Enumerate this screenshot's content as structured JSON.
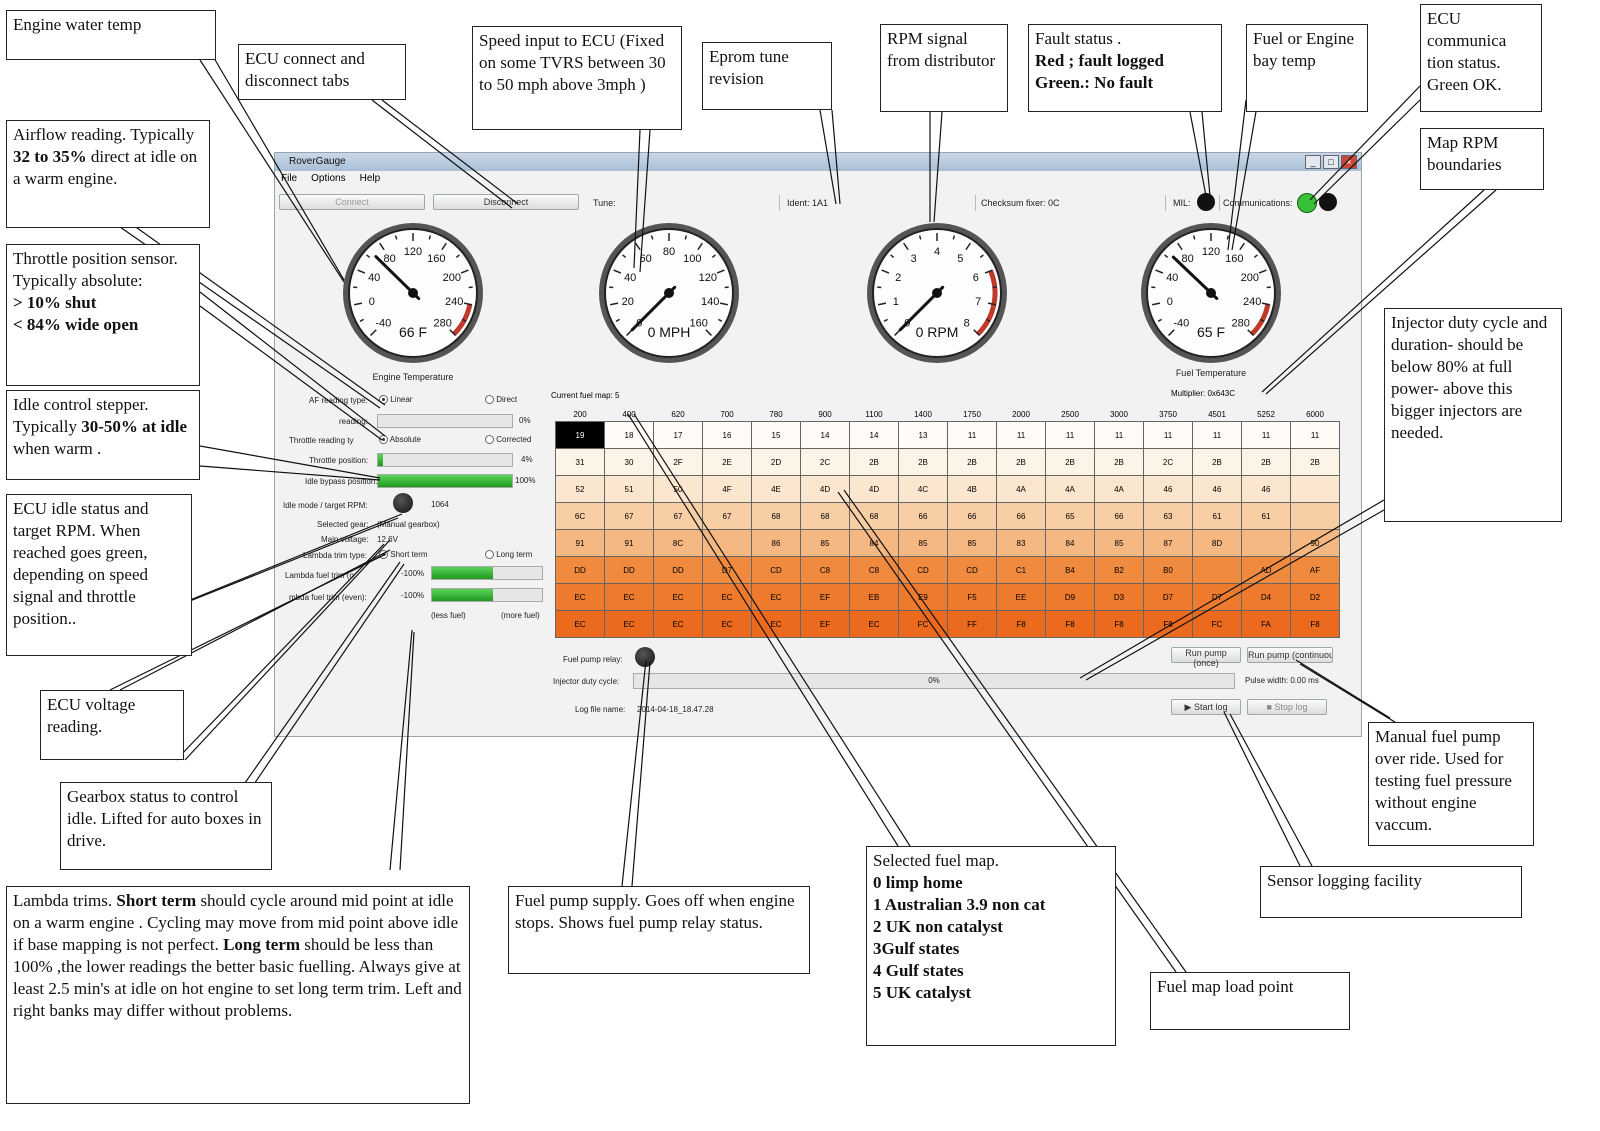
{
  "window": {
    "title": "RoverGauge"
  },
  "menu": {
    "items": [
      "File",
      "Options",
      "Help"
    ]
  },
  "toolbar": {
    "connect": "Connect",
    "disconnect": "Disconnect",
    "tune": "Tune:",
    "ident": "Ident: 1A1",
    "checksum": "Checksum fixer: 0C",
    "mil": "MIL:",
    "communications": "Communications:"
  },
  "gauges": [
    {
      "caption": "Engine Temperature",
      "value_text": "66 F",
      "ticks": [
        "-40",
        "0",
        "40",
        "80",
        "120",
        "160",
        "200",
        "240",
        "280"
      ],
      "min": -40,
      "max": 280,
      "value": 66,
      "red_from": 240
    },
    {
      "caption": "",
      "value_text": "0 MPH",
      "ticks": [
        "0",
        "20",
        "40",
        "60",
        "80",
        "100",
        "120",
        "140",
        "160"
      ],
      "min": 0,
      "max": 160,
      "value": 0,
      "red_from": null
    },
    {
      "caption": "",
      "value_text": "0 RPM",
      "ticks": [
        "0",
        "1",
        "2",
        "3",
        "4",
        "5",
        "6",
        "7",
        "8"
      ],
      "min": 0,
      "max": 8,
      "value": 0,
      "red_from": 6
    },
    {
      "caption": "Fuel Temperature",
      "value_text": "65 F",
      "ticks": [
        "-40",
        "0",
        "40",
        "80",
        "120",
        "160",
        "200",
        "240",
        "280"
      ],
      "min": -40,
      "max": 280,
      "value": 65,
      "red_from": 240
    }
  ],
  "left": {
    "maf_type": "AF reading type:",
    "linear": "Linear",
    "direct": "Direct",
    "maf_reading": "reading:",
    "maf_value": "0%",
    "maf_pct": 0,
    "throttle_type": "Throttle reading ty",
    "absolute": "Absolute",
    "corrected": "Corrected",
    "throttle_pos": "Throttle position:",
    "throttle_value": "4%",
    "throttle_pct": 4,
    "idle_bypass": "Idle bypass position:",
    "idle_bypass_value": "100%",
    "idle_bypass_pct": 100,
    "idle_mode": "Idle mode / target RPM:",
    "idle_target": "1064",
    "gear_label": "Selected gear:",
    "gear_value": "(Manual gearbox)",
    "voltage_label": "Main voltage:",
    "voltage_value": "12.6V",
    "lambda_type": "Lambda trim type:",
    "short_term": "Short term",
    "long_term": "Long term",
    "lambda1_label": "Lambda fuel trim (o",
    "lambda1_value": "-100%",
    "lambda1_pct": 55,
    "lambda2_label": "mbda fuel trim (even):",
    "lambda2_value": "-100%",
    "lambda2_pct": 55,
    "less_fuel": "(less fuel)",
    "more_fuel": "(more fuel)"
  },
  "fuel_map": {
    "label": "Current fuel map: 5",
    "multiplier": "Multiplier: 0x643C",
    "columns": [
      "200",
      "400",
      "620",
      "700",
      "780",
      "900",
      "1100",
      "1400",
      "1750",
      "2000",
      "2500",
      "3000",
      "3750",
      "4501",
      "5252",
      "6000"
    ],
    "rows": [
      [
        "19",
        "18",
        "17",
        "16",
        "15",
        "14",
        "14",
        "13",
        "11",
        "11",
        "11",
        "11",
        "11",
        "11",
        "11",
        "11"
      ],
      [
        "31",
        "30",
        "2F",
        "2E",
        "2D",
        "2C",
        "2B",
        "2B",
        "2B",
        "2B",
        "2B",
        "2B",
        "2C",
        "2B",
        "2B",
        "2B"
      ],
      [
        "52",
        "51",
        "50",
        "4F",
        "4E",
        "4D",
        "4D",
        "4C",
        "4B",
        "4A",
        "4A",
        "4A",
        "46",
        "46",
        "46",
        ""
      ],
      [
        "6C",
        "67",
        "67",
        "67",
        "68",
        "68",
        "68",
        "66",
        "66",
        "66",
        "65",
        "66",
        "63",
        "61",
        "61",
        ""
      ],
      [
        "91",
        "91",
        "8C",
        "",
        "86",
        "85",
        "84",
        "85",
        "85",
        "83",
        "84",
        "85",
        "87",
        "8D",
        "",
        "90"
      ],
      [
        "DD",
        "DD",
        "DD",
        "D7",
        "CD",
        "C8",
        "C8",
        "CD",
        "CD",
        "C1",
        "B4",
        "B2",
        "B0",
        "",
        "AD",
        "AF"
      ],
      [
        "EC",
        "EC",
        "EC",
        "EC",
        "EC",
        "EF",
        "EB",
        "E9",
        "F5",
        "EE",
        "D9",
        "D3",
        "D7",
        "D7",
        "D4",
        "D2"
      ],
      [
        "EC",
        "EC",
        "EC",
        "EC",
        "EC",
        "EF",
        "EC",
        "FC",
        "FF",
        "F8",
        "F8",
        "F8",
        "F8",
        "FC",
        "FA",
        "F8"
      ]
    ],
    "row_colors": [
      "#fffcf7",
      "#fdf4e8",
      "#fbe6cf",
      "#f8cfa4",
      "#f6b883",
      "#f08a3f",
      "#ee7a2e",
      "#ec6a1e"
    ]
  },
  "bottom": {
    "pump_relay": "Fuel pump relay:",
    "run_once": "Run pump (once)",
    "run_cont": "Run pump (continuous)",
    "duty_label": "Injector duty cycle:",
    "duty_value": "0%",
    "duty_pct": 0,
    "pulse_width": "Pulse width: 0.00 ms",
    "log_label": "Log file name:",
    "log_value": "2014-04-18_18.47.28",
    "start_log": "Start log",
    "stop_log": "Stop log"
  },
  "colors": {
    "led_dark": "#111111",
    "led_green": "#39c239",
    "redline": "#c0392b",
    "greenline": "#3cb043"
  }
}
